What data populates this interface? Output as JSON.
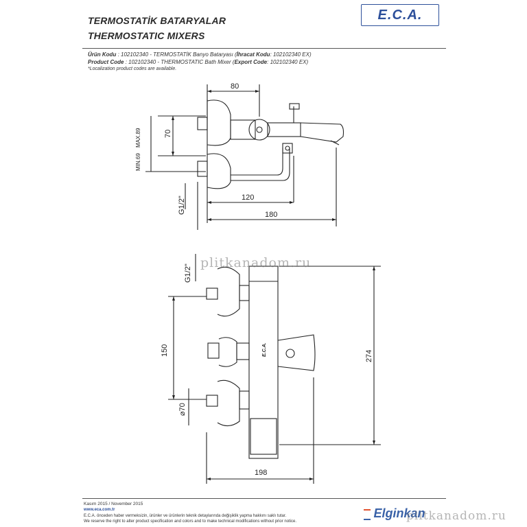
{
  "header": {
    "title_tr": "TERMOSTATİK BATARYALAR",
    "title_en": "THERMOSTATIC MIXERS",
    "logo": "E.C.A."
  },
  "spec": {
    "line1_label": "Ürün Kodu",
    "line1_text": ": 102102340 - TERMOSTATİK Banyo Bataryası (",
    "line1_bold": "İhracat Kodu",
    "line1_tail": ": 102102340 EX)",
    "line2_label": "Product Code",
    "line2_text": ": 102102340 - THERMOSTATIC Bath Mixer (",
    "line2_bold": "Export Code",
    "line2_tail": ": 102102340 EX)",
    "line3": "*Localization product codes are available."
  },
  "drawing_top": {
    "d80": "80",
    "d70": "70",
    "dmax": "MAX.89",
    "dmin": "MIN.69",
    "dg12": "G1/2\"",
    "d120": "120",
    "d180": "180"
  },
  "drawing_front": {
    "dg12": "G1/2\"",
    "d150": "150",
    "d70": "⌀70",
    "d274": "274",
    "d198": "198",
    "body_logo": "E.C.A."
  },
  "footer": {
    "date": "Kasım 2015 / November 2015",
    "url": "www.eca.com.tr",
    "note1": "E.C.A. önceden haber vermeksizin, ürünler ve ürünlerin teknik detaylarında değişiklik yapma hakkını saklı tutar.",
    "note2": "We reserve the right to alter product specification and colors and to make technical modifications without prior notice.",
    "brand": "Elginkan"
  },
  "watermark": {
    "text": "plitkanadom.ru"
  },
  "colors": {
    "logo_blue": "#2c4f9a",
    "ink": "#222222"
  }
}
